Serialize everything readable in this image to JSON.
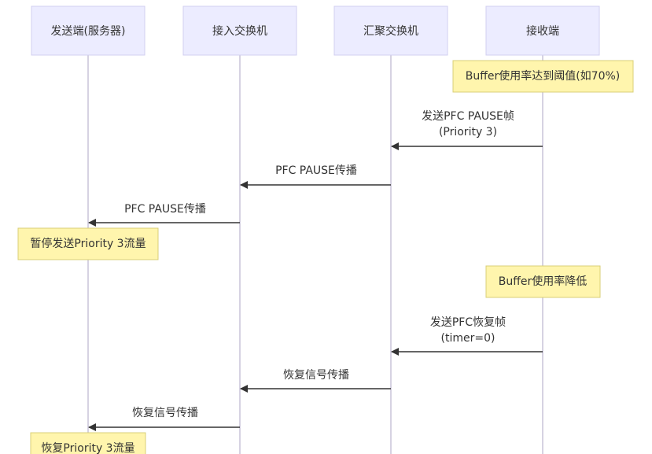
{
  "participants": [
    {
      "id": "sender",
      "label": "发送端(服务器)"
    },
    {
      "id": "access",
      "label": "接入交换机"
    },
    {
      "id": "agg",
      "label": "汇聚交换机"
    },
    {
      "id": "receiver",
      "label": "接收端"
    }
  ],
  "events": [
    {
      "kind": "note",
      "over": "receiver",
      "text": "Buffer使用率达到阈值(如70%)"
    },
    {
      "kind": "message",
      "from": "receiver",
      "to": "agg",
      "lines": [
        "发送PFC PAUSE帧",
        "(Priority 3)"
      ]
    },
    {
      "kind": "message",
      "from": "agg",
      "to": "access",
      "lines": [
        "PFC PAUSE传播"
      ]
    },
    {
      "kind": "message",
      "from": "access",
      "to": "sender",
      "lines": [
        "PFC PAUSE传播"
      ]
    },
    {
      "kind": "note",
      "over": "sender",
      "text": "暂停发送Priority 3流量"
    },
    {
      "kind": "note",
      "over": "receiver",
      "text": "Buffer使用率降低"
    },
    {
      "kind": "message",
      "from": "receiver",
      "to": "agg",
      "lines": [
        "发送PFC恢复帧",
        "(timer=0)"
      ]
    },
    {
      "kind": "message",
      "from": "agg",
      "to": "access",
      "lines": [
        "恢复信号传播"
      ]
    },
    {
      "kind": "message",
      "from": "access",
      "to": "sender",
      "lines": [
        "恢复信号传播"
      ]
    },
    {
      "kind": "note",
      "over": "sender",
      "text": "恢复Priority 3流量"
    }
  ]
}
